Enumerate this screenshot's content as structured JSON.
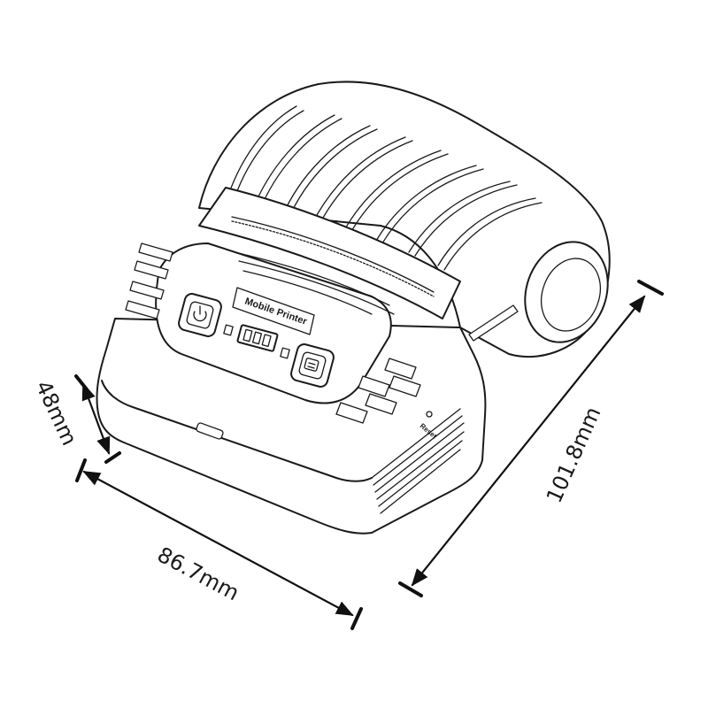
{
  "device": {
    "label_text": "Mobile Printer",
    "reset_text": "Reset"
  },
  "dimensions": {
    "height": "48mm",
    "width": "86.7mm",
    "depth": "101.8mm"
  },
  "colors": {
    "line": "#1a1a1a",
    "background": "#ffffff"
  }
}
